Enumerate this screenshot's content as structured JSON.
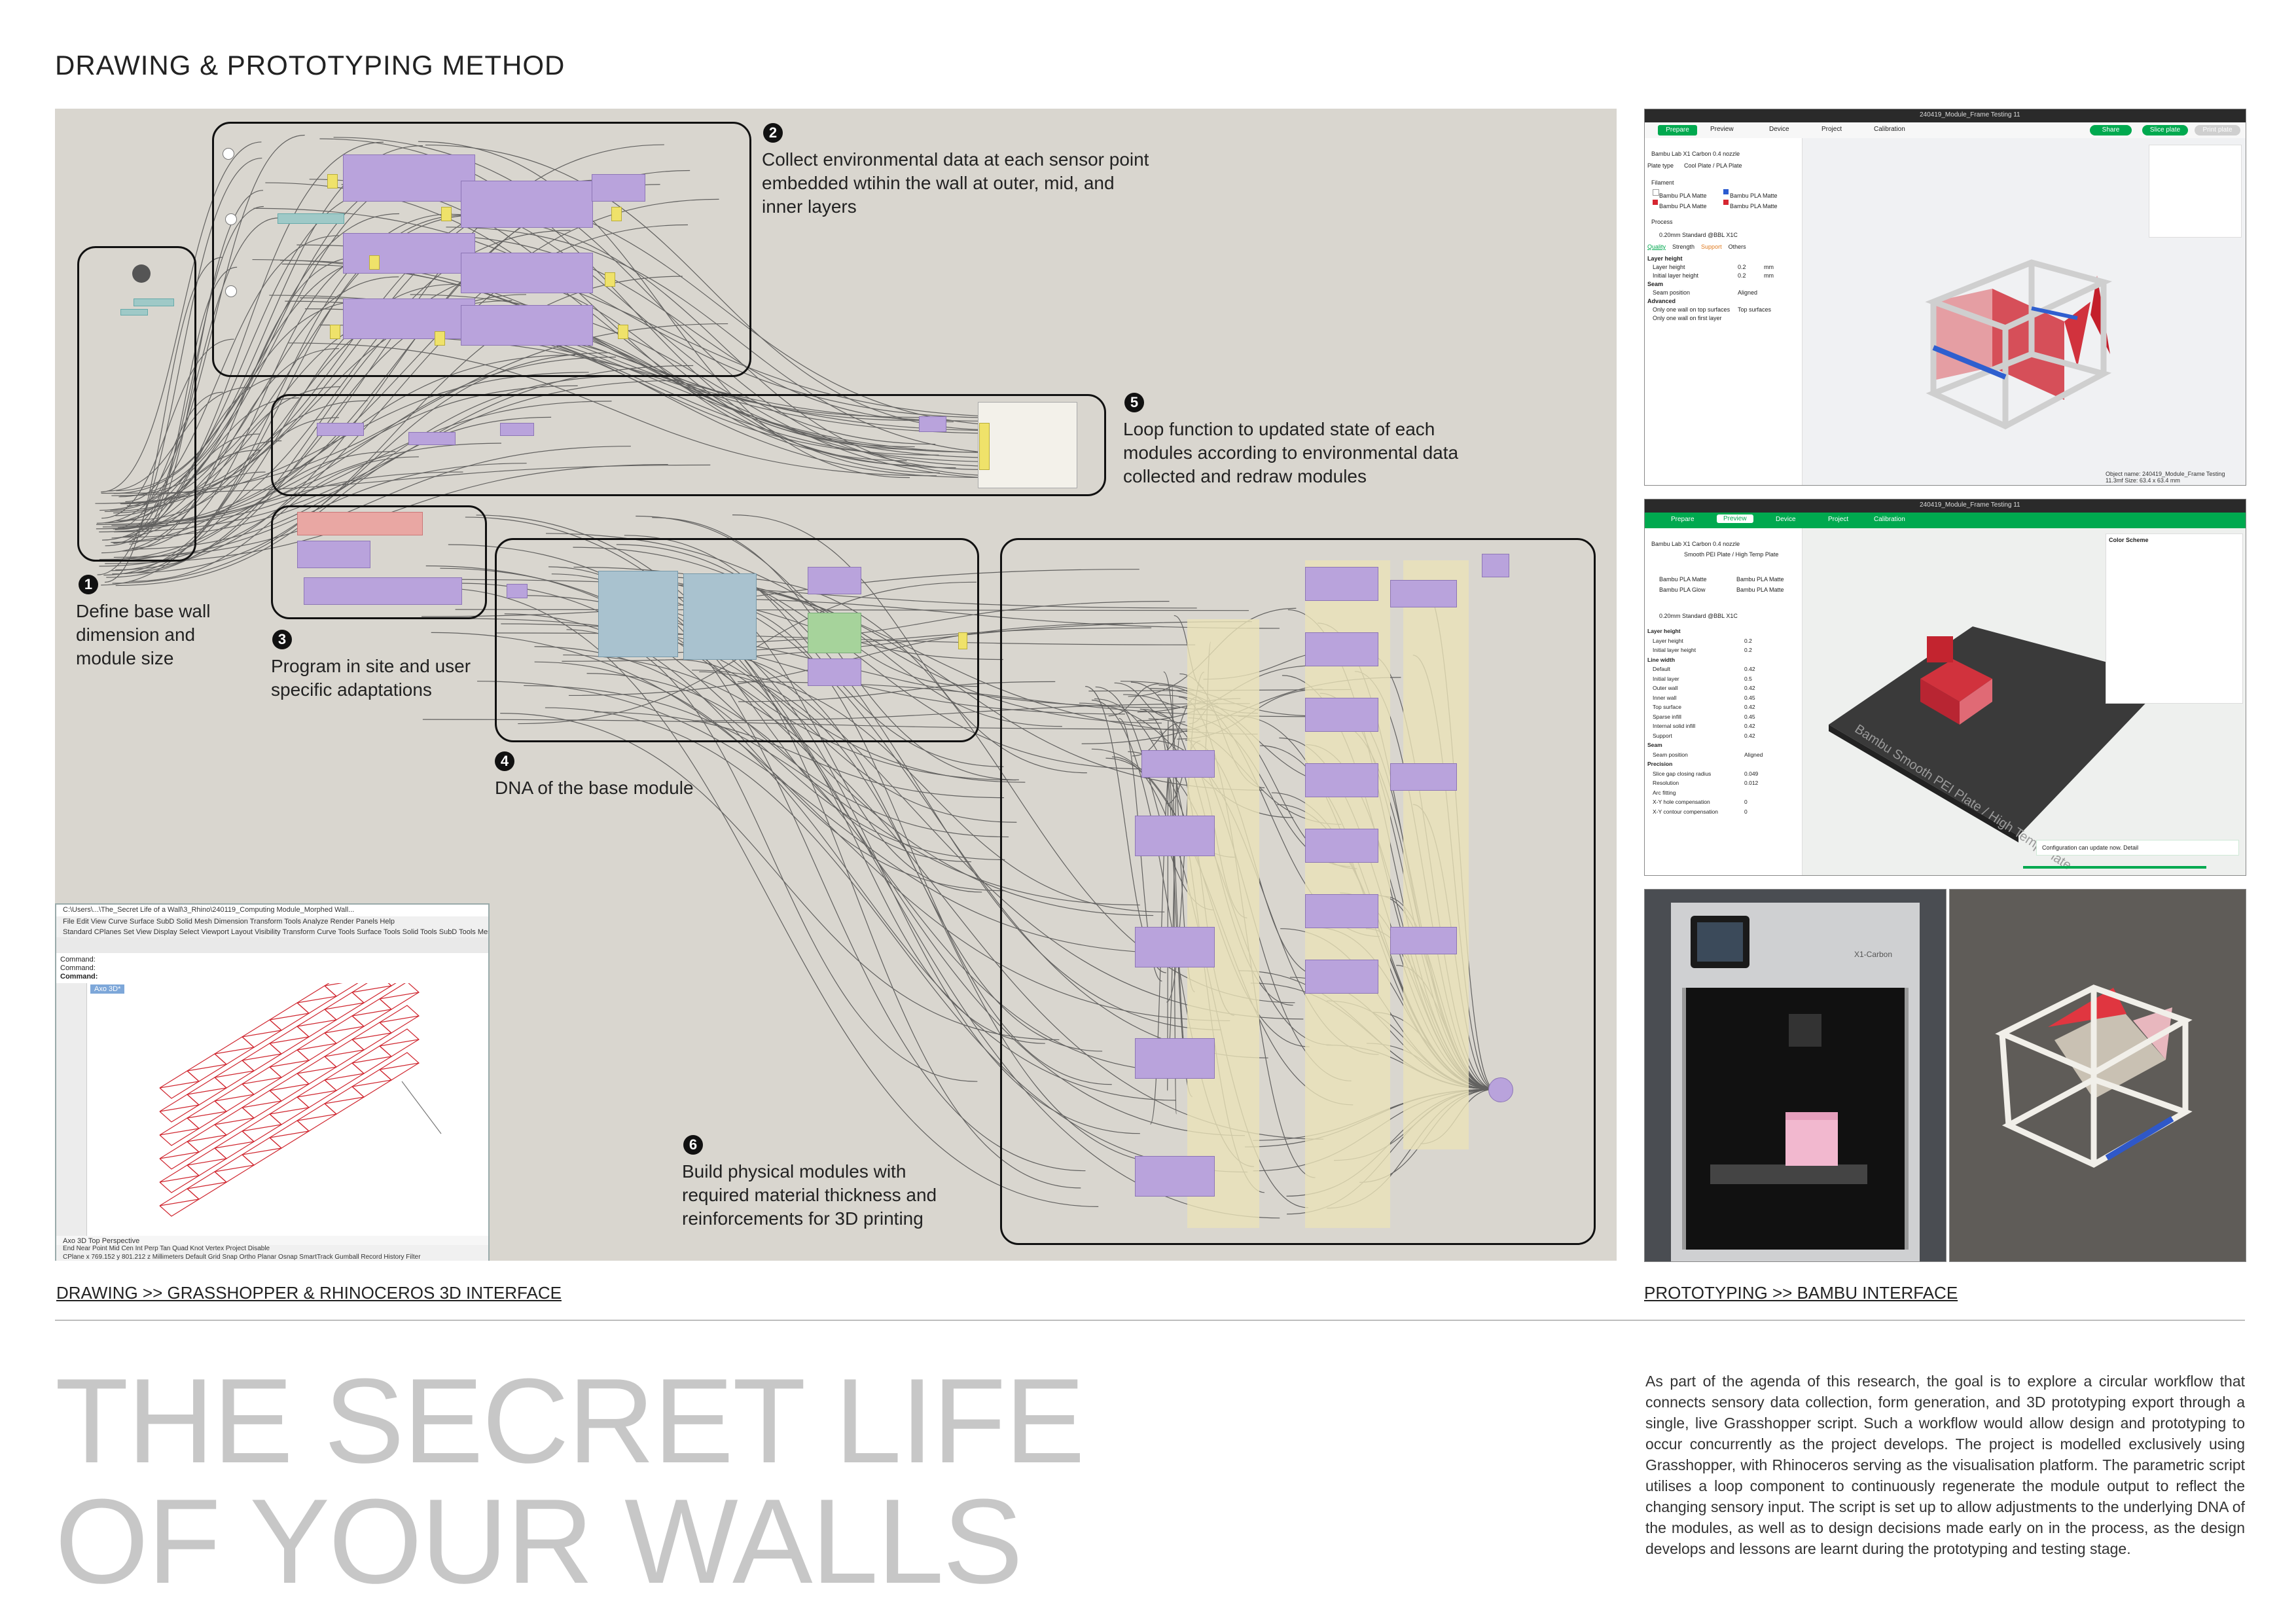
{
  "header": {
    "title": "DRAWING & PROTOTYPING METHOD"
  },
  "canvas": {
    "annotations": [
      {
        "number": "1",
        "text": "Define base wall dimension and module size"
      },
      {
        "number": "2",
        "text": "Collect environmental data at each sensor point embedded wtihin the wall at outer, mid, and inner layers"
      },
      {
        "number": "3",
        "text": "Program in site and user specific adaptations"
      },
      {
        "number": "4",
        "text": "DNA of the base module"
      },
      {
        "number": "5",
        "text": "Loop function to updated state of each modules according to environmental data collected and redraw modules"
      },
      {
        "number": "6",
        "text": "Build physical modules with required material thickness and reinforcements for 3D printing"
      }
    ]
  },
  "rhino_window": {
    "title": "C:\\Users\\...\\The_Secret Life of a Wall\\3_Rhino\\240119_Computing Module_Morphed Wall...",
    "menu": "File  Edit  View  Curve  Surface  SubD  Solid  Mesh  Dimension  Transform  Tools  Analyze  Render  Panels  Help",
    "toolbar_tabs": "Standard   CPlanes   Set View   Display   Select   Viewport Layout   Visibility   Transform   Curve Tools   Surface Tools   Solid Tools   SubD Tools   Mesh Tools",
    "command_lines": [
      "Command:",
      "Command:",
      "Command:"
    ],
    "viewport_label": "Axo 3D*",
    "viewport_tabs": "Axo 3D   Top   Perspective",
    "osnap_bar": "End  Near  Point  Mid  Cen  Int  Perp  Tan  Quad  Knot  Vertex  Project  Disable",
    "status_bar": "CPlane   x 769.152   y 801.212   z   Millimeters   Default   Grid Snap  Ortho  Planar  Osnap  SmartTrack  Gumball  Record History  Filter"
  },
  "captions": {
    "drawing": "DRAWING >> GRASSHOPPER & RHINOCEROS 3D INTERFACE",
    "prototyping": "PROTOTYPING >> BAMBU INTERFACE"
  },
  "bambu_1": {
    "window_title": "240419_Module_Frame Testing 11",
    "tabs": [
      "Prepare",
      "Preview",
      "Device",
      "Project",
      "Calibration"
    ],
    "share_label": "Share",
    "slice_label": "Slice plate",
    "print_label": "Print plate",
    "printer": "Bambu Lab X1 Carbon 0.4 nozzle",
    "plate_type_label": "Plate type",
    "plate_type": "Cool Plate / PLA Plate",
    "filament_label": "Filament",
    "filaments": [
      "Bambu PLA Matte",
      "Bambu PLA Matte",
      "Bambu PLA Matte",
      "Bambu PLA Matte"
    ],
    "process_label": "Process",
    "process_profile": "0.20mm Standard @BBL X1C",
    "quality_tabs": [
      "Quality",
      "Strength",
      "Support",
      "Others"
    ],
    "settings": [
      {
        "group": "Layer height"
      },
      {
        "label": "Layer height",
        "value": "0.2",
        "unit": "mm"
      },
      {
        "label": "Initial layer height",
        "value": "0.2",
        "unit": "mm"
      },
      {
        "group": "Seam"
      },
      {
        "label": "Seam position",
        "value": "Aligned"
      },
      {
        "group": "Advanced"
      },
      {
        "label": "Only one wall on top surfaces",
        "value": "Top surfaces"
      },
      {
        "label": "Only one wall on first layer"
      }
    ],
    "object_info": "Object name: 240419_Module_Frame Testing 11.3mf  Size: 63.4 x 63.4 mm"
  },
  "bambu_2": {
    "window_title": "240419_Module_Frame Testing 11",
    "tabs": [
      "Prepare",
      "Preview",
      "Device",
      "Project",
      "Calibration"
    ],
    "printer": "Bambu Lab X1 Carbon 0.4 nozzle",
    "plate_type": "Smooth PEI Plate / High Temp Plate",
    "filaments": [
      "Bambu PLA Matte",
      "Bambu PLA Matte",
      "Bambu PLA Glow",
      "Bambu PLA Matte"
    ],
    "process_profile": "0.20mm Standard @BBL X1C",
    "settings": [
      {
        "group": "Layer height"
      },
      {
        "label": "Layer height",
        "value": "0.2"
      },
      {
        "label": "Initial layer height",
        "value": "0.2"
      },
      {
        "group": "Line width"
      },
      {
        "label": "Default",
        "value": "0.42"
      },
      {
        "label": "Initial layer",
        "value": "0.5"
      },
      {
        "label": "Outer wall",
        "value": "0.42"
      },
      {
        "label": "Inner wall",
        "value": "0.45"
      },
      {
        "label": "Top surface",
        "value": "0.42"
      },
      {
        "label": "Sparse infill",
        "value": "0.45"
      },
      {
        "label": "Internal solid infill",
        "value": "0.42"
      },
      {
        "label": "Support",
        "value": "0.42"
      },
      {
        "group": "Seam"
      },
      {
        "label": "Seam position",
        "value": "Aligned"
      },
      {
        "group": "Precision"
      },
      {
        "label": "Slice gap closing radius",
        "value": "0.049"
      },
      {
        "label": "Resolution",
        "value": "0.012"
      },
      {
        "label": "Arc fitting"
      },
      {
        "label": "X-Y hole compensation",
        "value": "0"
      },
      {
        "label": "X-Y contour compensation",
        "value": "0"
      }
    ],
    "plate_label": "Bambu Smooth PEI Plate / High Temp Plate",
    "color_scheme_label": "Color Scheme",
    "notification": "Configuration can update now. Detail"
  },
  "photo_printer": {
    "label": "X1-Carbon"
  },
  "bottom": {
    "title_line1": "THE SECRET LIFE",
    "title_line2": "OF YOUR WALLS",
    "paragraph": "As part of the agenda of this research, the goal is to explore a circular workflow that connects sensory data collection, form generation, and 3D prototyping export through a single, live Grasshopper script.  Such a workflow would allow design and prototyping  to occur concurrently as the project develops.  The project is modelled exclusively using Grasshopper, with Rhinoceros serving as the visualisation platform. The parametric script utilises a loop component to continuously regenerate the module output to reflect the changing sensory input. The script is set up to allow adjustments to the underlying DNA of the modules, as well as to design decisions made early on in the process, as the design develops and lessons are learnt during the prototyping and testing stage."
  },
  "colors": {
    "canvas_bg": "#d9d6cf",
    "component": "#b9a3dc",
    "panel_yellow": "#efe26a",
    "bambu_green": "#00a94f",
    "module_red": "#c9363f",
    "title_grey": "#c7c7c7"
  }
}
